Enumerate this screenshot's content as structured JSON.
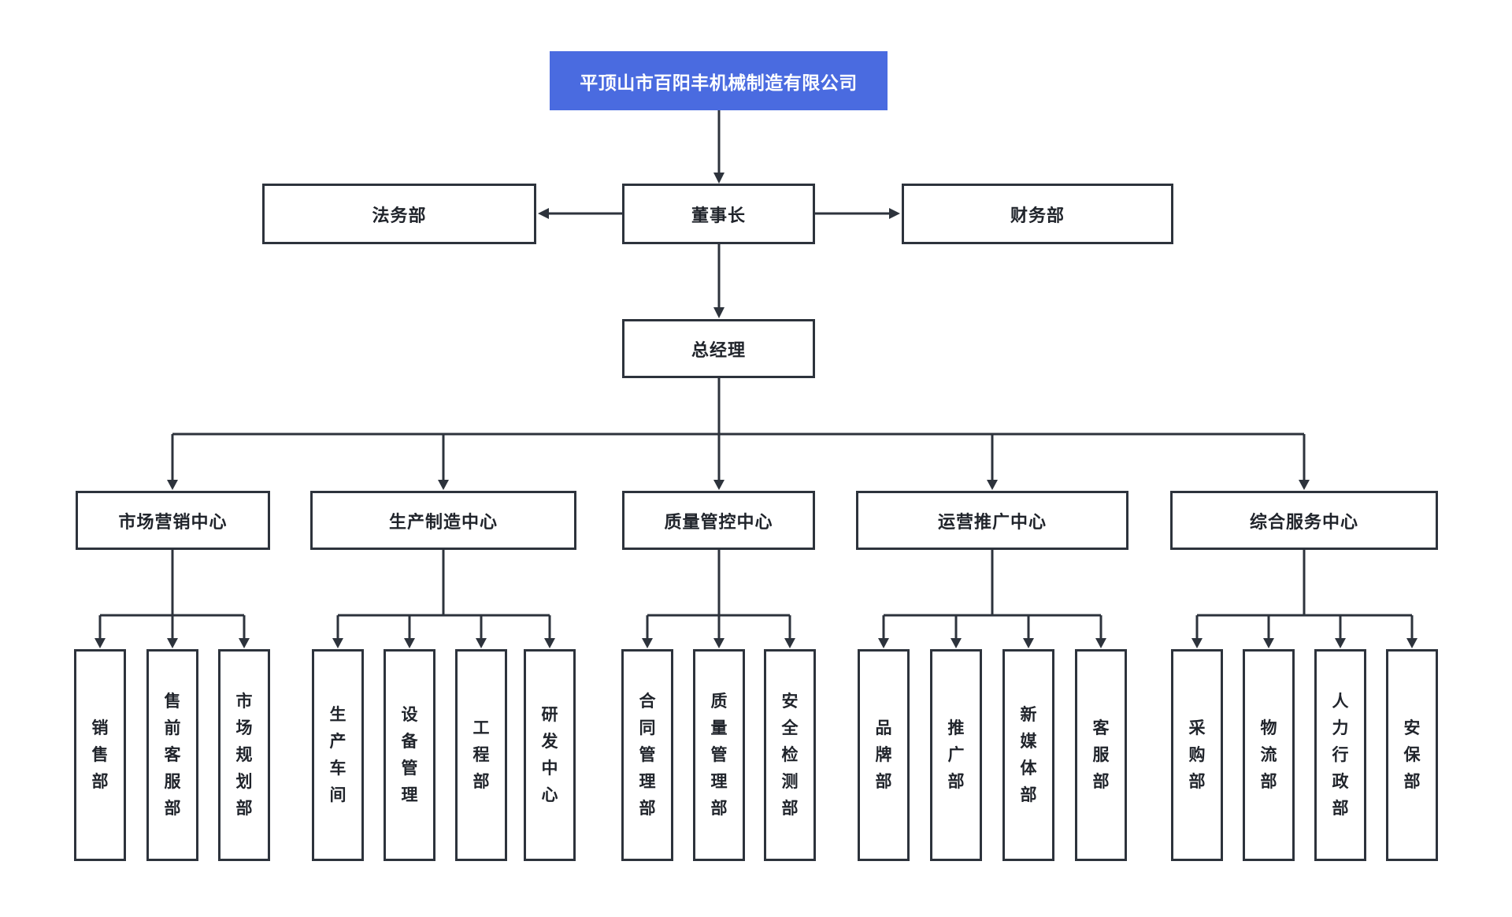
{
  "diagram": {
    "company_title": "平顶山市百阳丰机械制造有限公司",
    "nodes": {
      "legal": "法务部",
      "chairman": "董事长",
      "finance": "财务部",
      "general_manager": "总经理"
    },
    "centers": [
      {
        "label": "市场营销中心",
        "children": [
          "销售部",
          "售前客服部",
          "市场规划部"
        ]
      },
      {
        "label": "生产制造中心",
        "children": [
          "生产车间",
          "设备管理",
          "工程部",
          "研发中心"
        ]
      },
      {
        "label": "质量管控中心",
        "children": [
          "合同管理部",
          "质量管理部",
          "安全检测部"
        ]
      },
      {
        "label": "运营推广中心",
        "children": [
          "品牌部",
          "推广部",
          "新媒体部",
          "客服部"
        ]
      },
      {
        "label": "综合服务中心",
        "children": [
          "采购部",
          "物流部",
          "人力行政部",
          "安保部"
        ]
      }
    ],
    "colors": {
      "accent_blue": "#4a6be0",
      "line": "#2d333c",
      "node_background": "#ffffff",
      "text": "#20242b",
      "root_text": "#ffffff"
    }
  }
}
